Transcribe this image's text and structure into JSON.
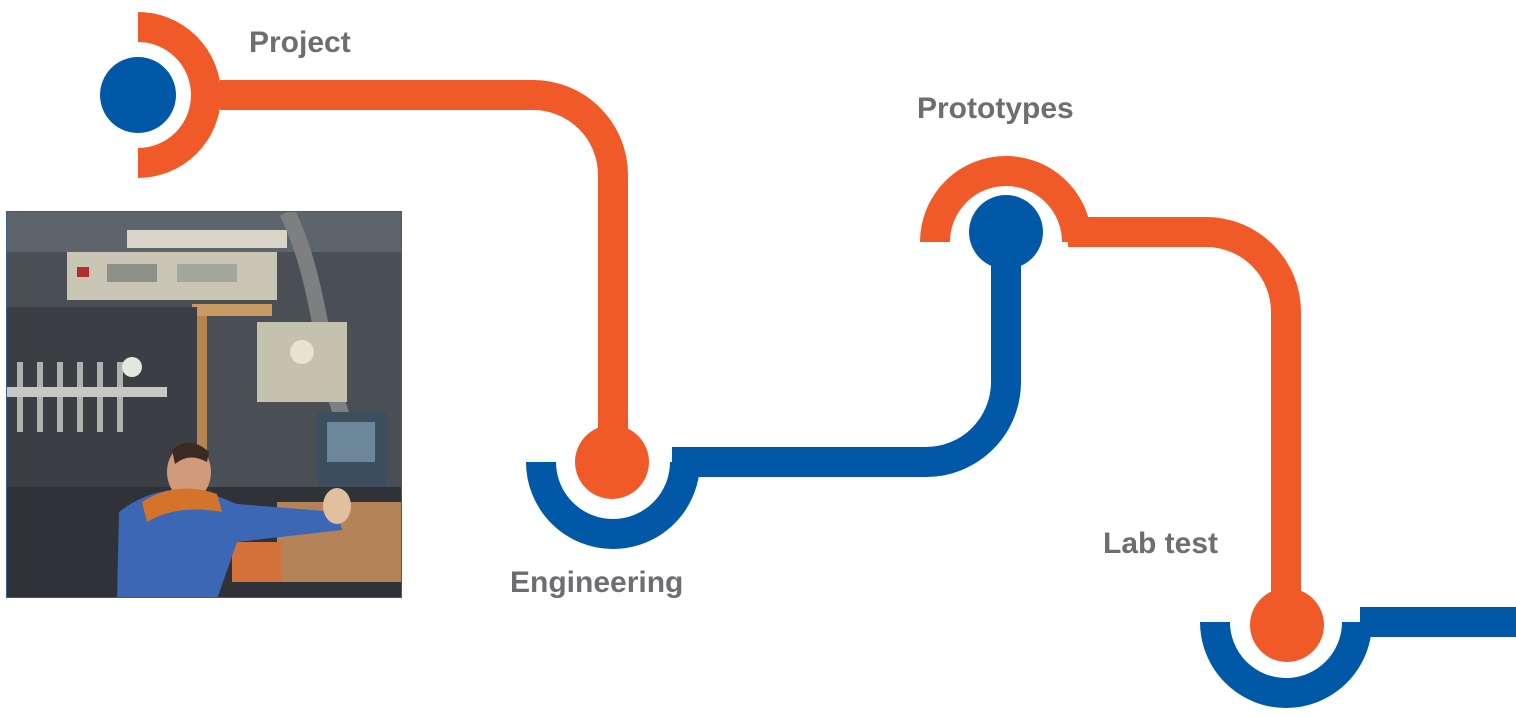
{
  "diagram": {
    "type": "process-roadmap",
    "colors": {
      "orange": "#f05a28",
      "blue": "#0058a6",
      "label": "#6d6e71"
    },
    "steps": [
      {
        "label": "Project",
        "node_color": "blue",
        "arc_color": "orange"
      },
      {
        "label": "Engineering",
        "node_color": "orange",
        "arc_color": "blue"
      },
      {
        "label": "Prototypes",
        "node_color": "blue",
        "arc_color": "orange"
      },
      {
        "label": "Lab test",
        "node_color": "orange",
        "arc_color": "blue"
      }
    ],
    "photo": {
      "subject": "worker-operating-industrial-machine"
    }
  }
}
